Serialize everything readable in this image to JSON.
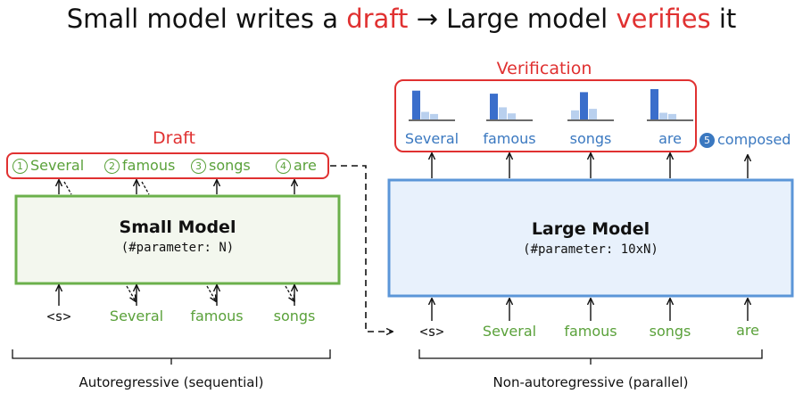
{
  "title": {
    "part1": "Small model writes a ",
    "draft": "draft",
    "part2": " → Large model ",
    "verifies": "verifies",
    "part3": " it"
  },
  "draft_section": {
    "label": "Draft",
    "tokens": [
      {
        "num": "1",
        "text": "Several"
      },
      {
        "num": "2",
        "text": "famous"
      },
      {
        "num": "3",
        "text": "songs"
      },
      {
        "num": "4",
        "text": "are"
      }
    ]
  },
  "small_model": {
    "name": "Small Model",
    "param": "(#parameter: N)"
  },
  "small_inputs": [
    "<s>",
    "Several",
    "famous",
    "songs"
  ],
  "small_caption": "Autoregressive (sequential)",
  "verification": {
    "label": "Verification",
    "tokens": [
      "Several",
      "famous",
      "songs",
      "are"
    ],
    "distributions": [
      [
        0.95,
        0.25,
        0.18
      ],
      [
        0.85,
        0.4,
        0.2
      ],
      [
        0.3,
        0.9,
        0.35
      ],
      [
        1.0,
        0.22,
        0.18
      ]
    ],
    "composed": {
      "num": "5",
      "text": "composed"
    }
  },
  "large_model": {
    "name": "Large Model",
    "param": "(#parameter: 10xN)"
  },
  "large_inputs": [
    "<s>",
    "Several",
    "famous",
    "songs",
    "are"
  ],
  "large_caption": "Non-autoregressive (parallel)",
  "colors": {
    "accent_red": "#e03131",
    "green": "#5aa13a",
    "blue": "#3a78c0",
    "bar_dark": "#3a6ecb",
    "bar_light": "#b9d0ee"
  }
}
